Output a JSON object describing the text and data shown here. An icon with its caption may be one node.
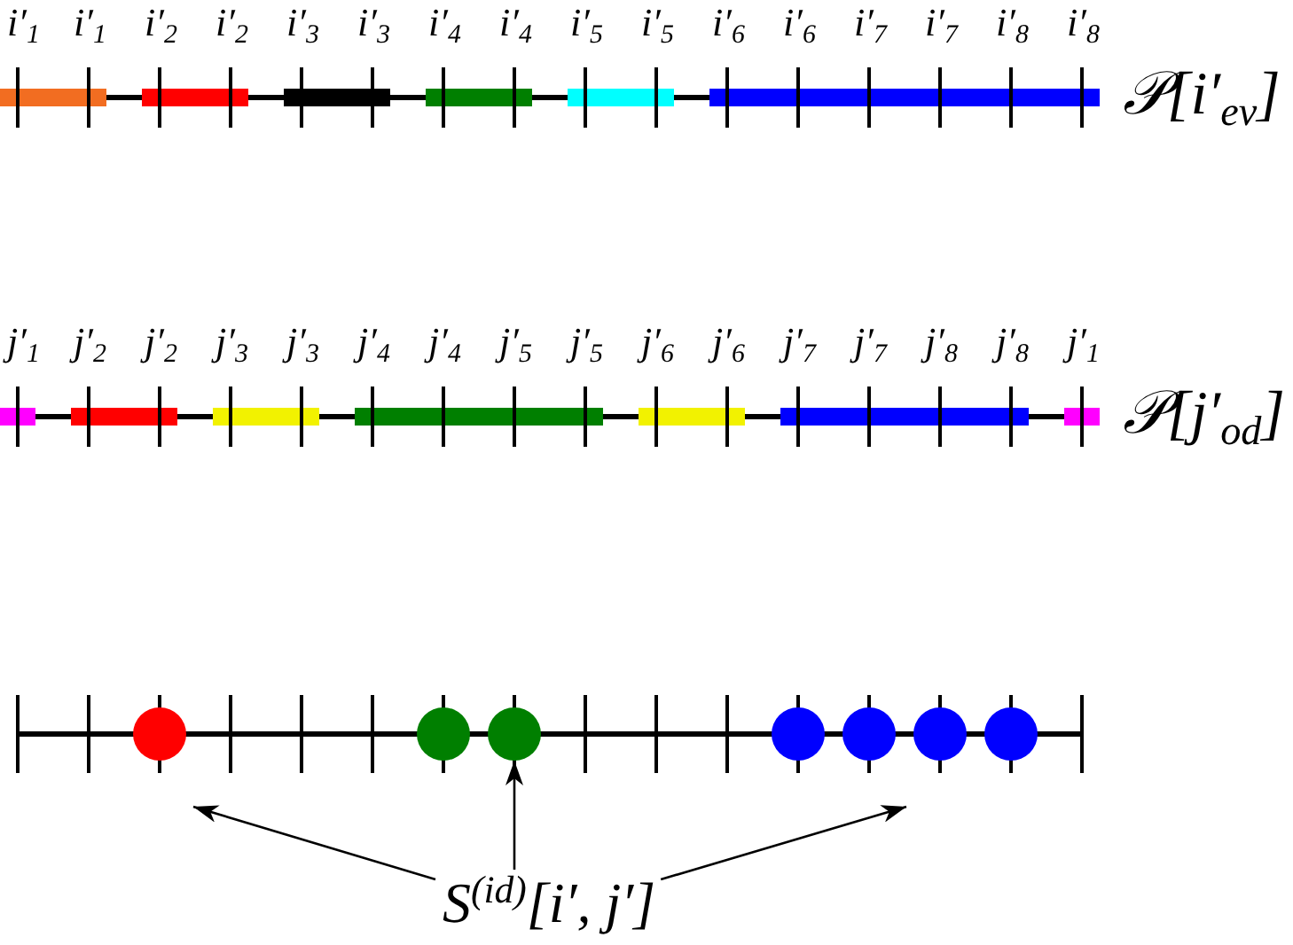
{
  "diagram": {
    "nodes": [
      {
        "text": [],
        "shape": "circle"
      },
      {
        "text": [],
        "shape": "circle"
      },
      {
        "text": [],
        "shape": "circle"
      },
      {
        "text": [],
        "shape": "circle"
      },
      {
        "text": [],
        "shape": "circle"
      },
      {
        "text": [],
        "shape": "circle"
      },
      {
        "text": [],
        "shape": "circle"
      },
      {
        "text": [
          "S$^{(id)}$[i′, j′]"
        ]
      }
    ],
    "edges": [
      {
        "from": 7,
        "to": null,
        "arrow": "to"
      },
      {
        "from": 7,
        "to": 2,
        "arrow": "to"
      },
      {
        "from": 7,
        "to": null,
        "arrow": "to"
      }
    ],
    "labels": [
      "i′$_{1}$",
      "i′$_{1}$",
      "i′$_{2}$",
      "i′$_{2}$",
      "i′$_{3}$",
      "i′$_{3}$",
      "i′$_{4}$",
      "i′$_{4}$",
      "i′$_{5}$",
      "i′$_{5}$",
      "i′$_{6}$",
      "i′$_{6}$",
      "i′$_{7}$",
      "i′$_{7}$",
      "i′$_{8}$",
      "i′$_{8}$",
      "𝒫[i′$_{ev}$]",
      "j′$_{1}$",
      "j′$_{2}$",
      "j′$_{2}$",
      "j′$_{3}$",
      "j′$_{3}$",
      "j′$_{4}$",
      "j′$_{4}$",
      "j′$_{5}$",
      "j′$_{5}$",
      "j′$_{6}$",
      "j′$_{6}$",
      "j′$_{7}$",
      "j′$_{7}$",
      "j′$_{8}$",
      "j′$_{8}$",
      "j′$_{1}$",
      "𝒫[j′$_{od}$]"
    ]
  }
}
